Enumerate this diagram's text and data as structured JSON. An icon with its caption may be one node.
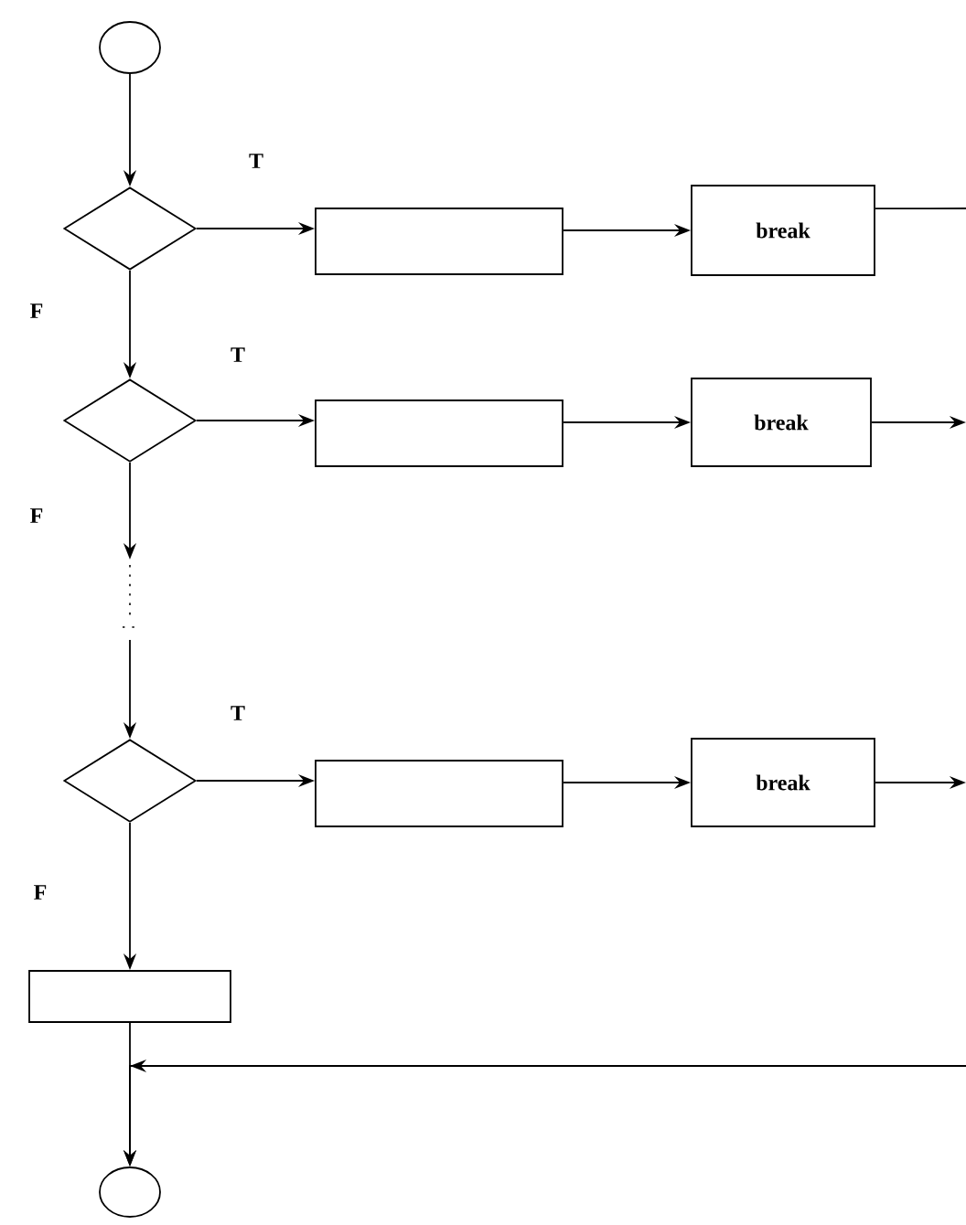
{
  "diagram": {
    "nodes": [
      {
        "text": [],
        "shape": "circle"
      },
      {
        "text": [],
        "shape": "diamond"
      },
      {
        "text": [],
        "shape": "box"
      },
      {
        "text": [
          "break"
        ]
      },
      {
        "text": [],
        "shape": "diamond"
      },
      {
        "text": [],
        "shape": "box"
      },
      {
        "text": [
          "break"
        ]
      },
      {
        "text": [],
        "shape": "diamond"
      },
      {
        "text": [],
        "shape": "box"
      },
      {
        "text": [
          "break"
        ]
      },
      {
        "text": [],
        "shape": "box"
      },
      {
        "text": [],
        "shape": "circle"
      }
    ],
    "edges": [
      {
        "from": 0,
        "to": 1,
        "arrow": "to"
      },
      {
        "from": 1,
        "to": 2,
        "arrow": "to",
        "label": "T"
      },
      {
        "from": 2,
        "to": 3,
        "arrow": "to"
      },
      {
        "from": 3,
        "to": null,
        "arrow": "none"
      },
      {
        "from": 1,
        "to": 4,
        "arrow": "to",
        "label": "F"
      },
      {
        "from": 4,
        "to": 5,
        "arrow": "to",
        "label": "T"
      },
      {
        "from": 5,
        "to": 6,
        "arrow": "to"
      },
      {
        "from": 6,
        "to": null,
        "arrow": "to"
      },
      {
        "from": 4,
        "to": null,
        "arrow": "to",
        "label": "F"
      },
      {
        "from": null,
        "to": 7,
        "arrow": "to"
      },
      {
        "from": 7,
        "to": 8,
        "arrow": "to",
        "label": "T"
      },
      {
        "from": 8,
        "to": 9,
        "arrow": "to"
      },
      {
        "from": 9,
        "to": null,
        "arrow": "to"
      },
      {
        "from": 7,
        "to": 10,
        "arrow": "to",
        "label": "F"
      },
      {
        "from": 10,
        "to": 11,
        "arrow": "to"
      },
      {
        "from": null,
        "to": 11,
        "arrow": "to"
      }
    ]
  }
}
